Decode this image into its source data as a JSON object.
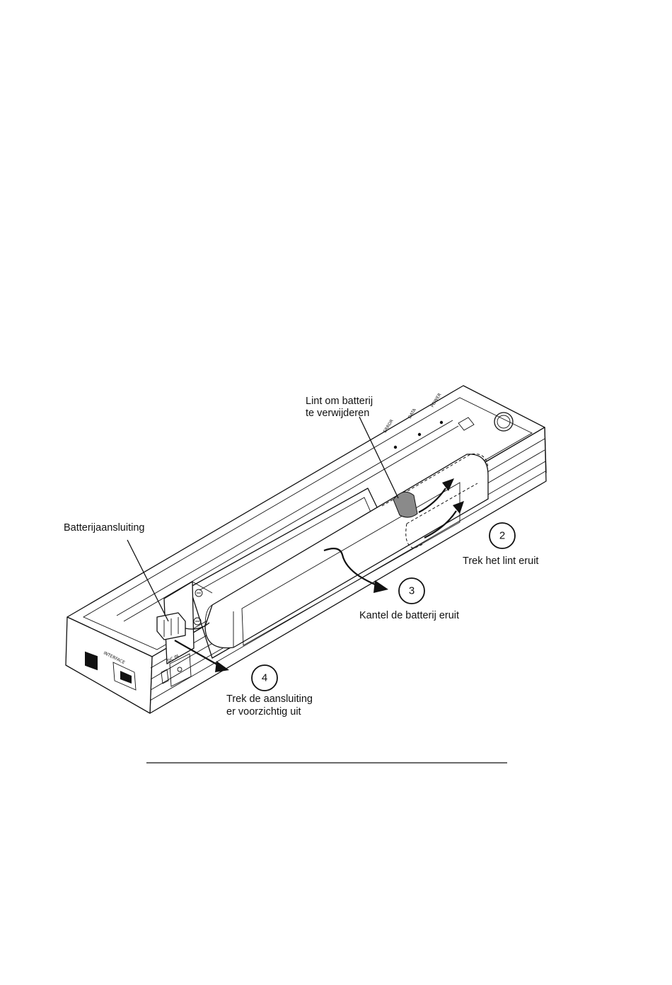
{
  "labels": {
    "ribbon_line1": "Lint om batterij",
    "ribbon_line2": "te verwijderen",
    "connector": "Batterijaansluiting",
    "step2_caption": "Trek het lint eruit",
    "step3_caption": "Kantel de batterij eruit",
    "step4_line1": "Trek de aansluiting",
    "step4_line2": "er voorzichtig uit"
  },
  "steps": {
    "step2": "2",
    "step3": "3",
    "step4": "4"
  },
  "colors": {
    "ink": "#111111",
    "background": "#ffffff",
    "ribbon_fill": "#8a8a8a"
  }
}
